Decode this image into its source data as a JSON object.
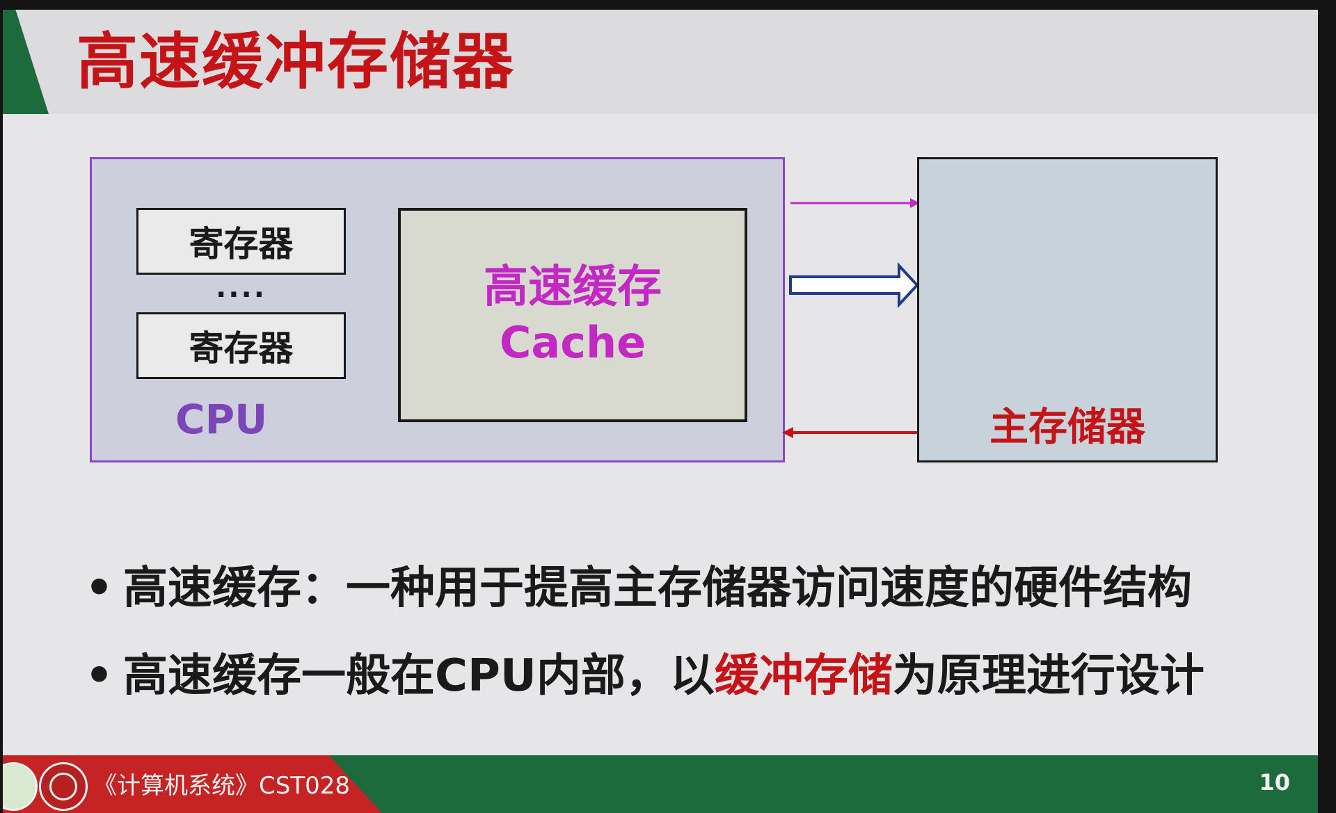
{
  "slide": {
    "title": "高速缓冲存储器",
    "diagram": {
      "cpu_label": "CPU",
      "register_top": "寄存器",
      "register_ellipsis": "....",
      "register_bottom": "寄存器",
      "cache_cn": "高速缓存",
      "cache_en": "Cache",
      "main_memory_label": "主存储器",
      "colors": {
        "top_arrow": "#c428c4",
        "middle_arrow": "#1f3c88",
        "bottom_arrow": "#c41418"
      }
    },
    "bullets": {
      "b1": "高速缓存：一种用于提高主存储器访问速度的硬件结构",
      "b2_before": "高速缓存一般在CPU内部，以",
      "b2_highlight": "缓冲存储",
      "b2_after": "为原理进行设计"
    },
    "footer": {
      "course": "《计算机系统》CST028",
      "page_number": "10"
    }
  }
}
